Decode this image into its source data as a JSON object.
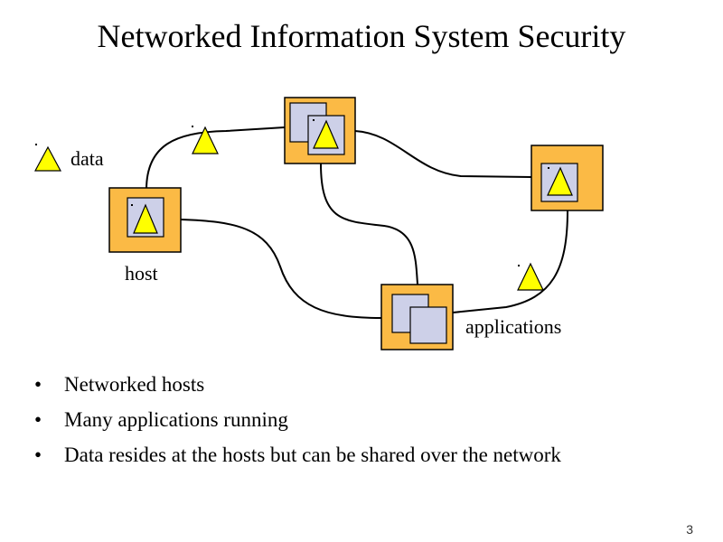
{
  "slide": {
    "title": "Networked Information System Security",
    "page_number": "3"
  },
  "diagram": {
    "labels": {
      "data": "data",
      "host": "host",
      "applications": "applications"
    },
    "colors": {
      "host_fill": "#FBBA45",
      "host_border": "#000000",
      "app_fill": "#CDD0E8",
      "data_fill": "#FFFF00",
      "link": "#000000"
    }
  },
  "bullets": [
    "Networked hosts",
    "Many applications running",
    "Data resides at the hosts but can be shared over the network"
  ]
}
